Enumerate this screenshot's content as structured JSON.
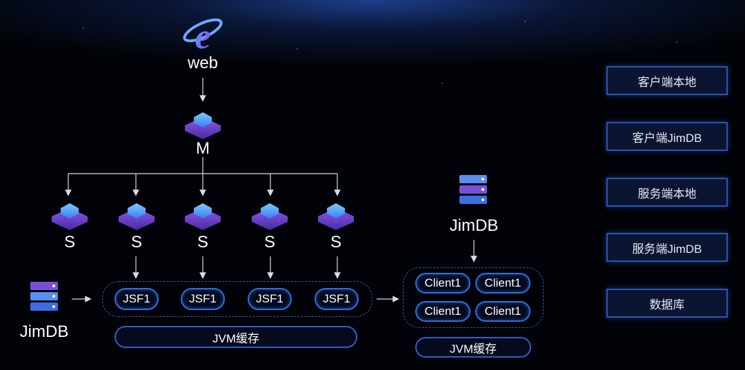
{
  "diagram": {
    "web_label": "web",
    "m_label": "M",
    "s_labels": [
      "S",
      "S",
      "S",
      "S",
      "S"
    ],
    "jsf_labels": [
      "JSF1",
      "JSF1",
      "JSF1",
      "JSF1"
    ],
    "jimdb_left_label": "JimDB",
    "jimdb_right_label": "JimDB",
    "jvm_cache_left": "JVM缓存",
    "jvm_cache_right": "JVM缓存",
    "client_labels": [
      "Client1",
      "Client1",
      "Client1",
      "Client1"
    ]
  },
  "legend": {
    "items": [
      "客户端本地",
      "客户端JimDB",
      "服务端本地",
      "服务端JimDB",
      "数据库"
    ]
  },
  "colors": {
    "accent_blue": "#2f6fe0",
    "node_purple": "#7b4fe0",
    "background": "#020308"
  },
  "icons": [
    "ie-browser-icon",
    "layer-node-icon",
    "database-server-icon"
  ]
}
